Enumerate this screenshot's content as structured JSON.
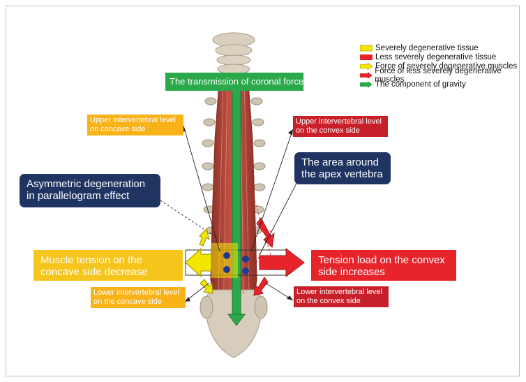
{
  "legend": [
    {
      "label": "Severely degenerative tissue",
      "icon": "yellow-bar-icon",
      "color": "#f2e600"
    },
    {
      "label": "Less severely degenerative tissue",
      "icon": "red-bar-icon",
      "color": "#e8242b"
    },
    {
      "label": "Force of severely degenerative muscles",
      "icon": "yellow-arrow-icon",
      "color": "#f2e600"
    },
    {
      "label": "Force of less severely degenerative muscles",
      "icon": "red-arrow-icon",
      "color": "#e8242b"
    },
    {
      "label": "The component of gravity",
      "icon": "green-arrow-icon",
      "color": "#2aa84a"
    }
  ],
  "labels": {
    "gravity": "The transmission of coronal force displaces",
    "upper_concave": "Upper intervertebral level on concave side",
    "upper_convex": "Upper intervertebral level on the convex side",
    "apex": "The area around the apex vertebra",
    "asymmetric": "Asymmetric degeneration in parallelogram effect",
    "concave_tension": "Muscle tension on the concave side decrease",
    "convex_tension": "Tension load on the convex side increases",
    "lower_concave": "Lower intervertebral level on the concave side",
    "lower_convex": "Lower intervertebral level on the convex side"
  },
  "colors": {
    "orange": "#f9b218",
    "dark_red": "#c8202a",
    "navy": "#1f3460",
    "green": "#2aa84a",
    "yellow_box": "#f6c51b",
    "red_box": "#e8242b",
    "muscle": "#b5473a",
    "bone": "#d8cdbc"
  }
}
